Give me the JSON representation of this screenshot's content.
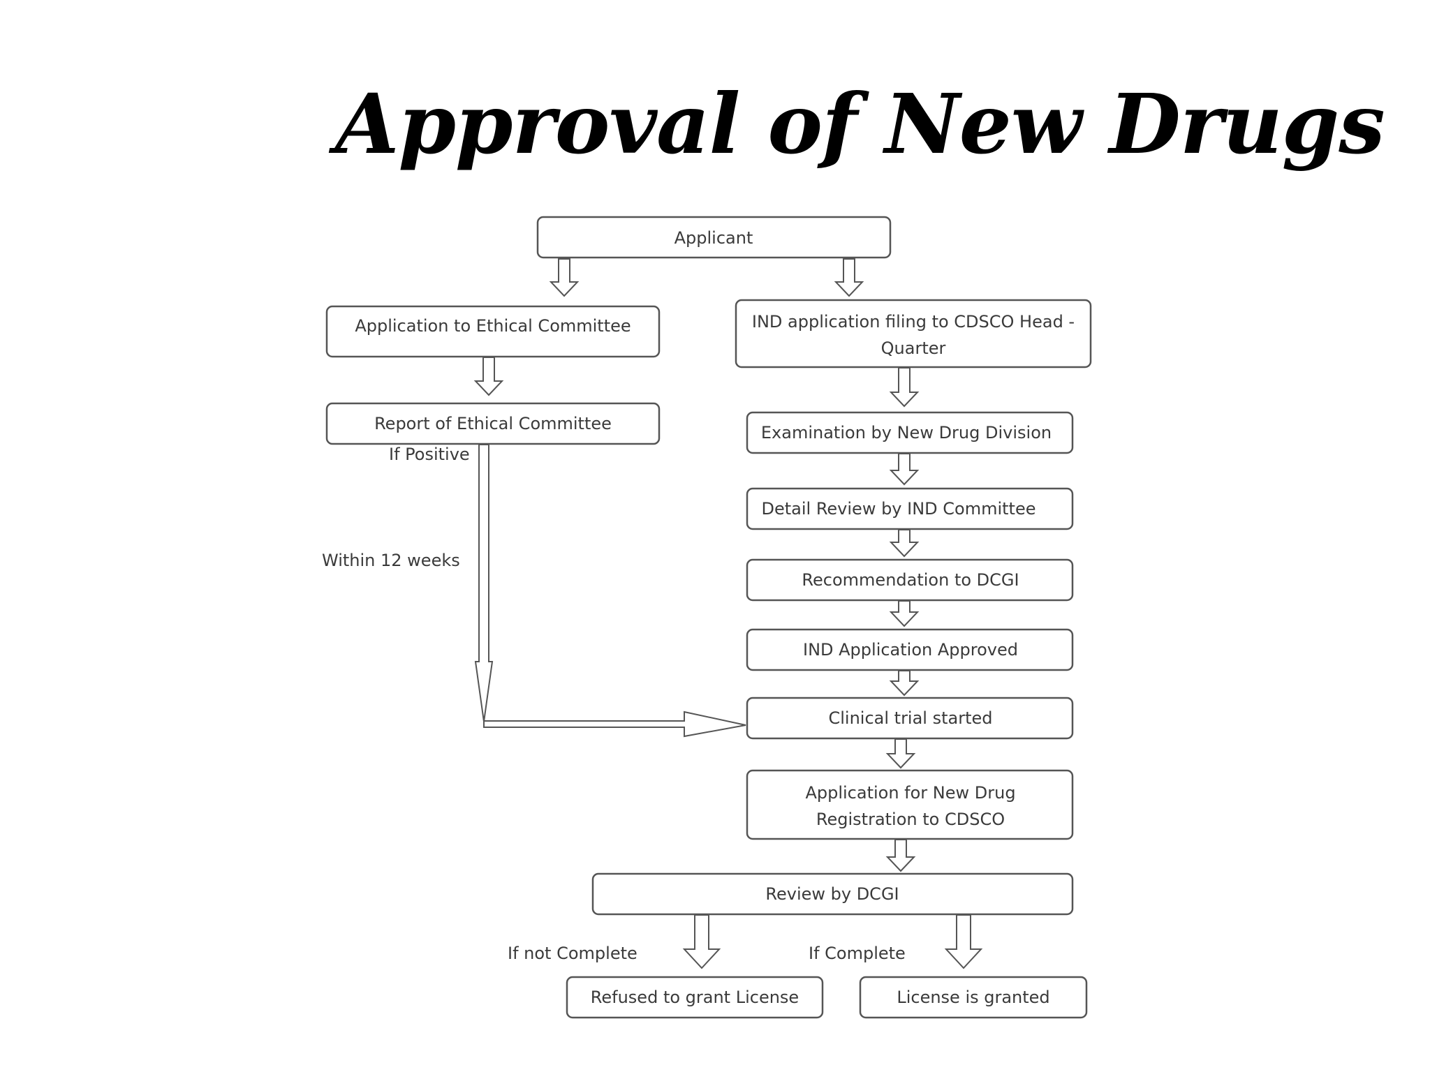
{
  "title": "Approval of New Drugs",
  "nodes": {
    "applicant": "Applicant",
    "app_ethical": "Application to Ethical Committee",
    "report_ethical": "Report of Ethical Committee",
    "ind_filing_line1": "IND application filing to CDSCO Head -",
    "ind_filing_line2": "Quarter",
    "examination": "Examination by New Drug Division",
    "detail_review": "Detail Review by IND Committee",
    "recommendation": "Recommendation to DCGI",
    "ind_approved": "IND Application Approved",
    "clinical_trial": "Clinical trial started",
    "app_registration_line1": "Application for New Drug",
    "app_registration_line2": "Registration to CDSCO",
    "review_dcgi": "Review by DCGI",
    "refused": "Refused to grant License",
    "granted": "License is granted"
  },
  "labels": {
    "if_positive": "If Positive",
    "within_12_weeks": "Within 12 weeks",
    "if_not_complete": "If not Complete",
    "if_complete": "If Complete"
  }
}
